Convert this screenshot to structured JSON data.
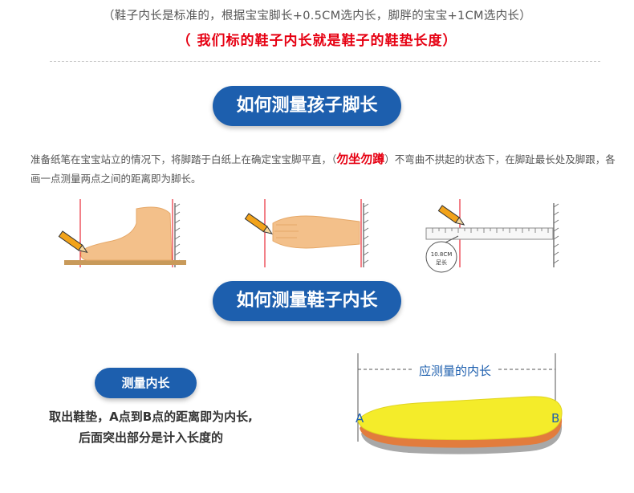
{
  "top_note": "（鞋子内长是标准的，根据宝宝脚长+0.5CM选内长，脚胖的宝宝+1CM选内长）",
  "headline": "（ 我们标的鞋子内长就是鞋子的鞋垫长度）",
  "section1": {
    "title": "如何测量孩子脚长"
  },
  "instructions": {
    "part1": "准备纸笔在宝宝站立的情况下，将脚踏于白纸上在确定宝宝脚平直，（",
    "warning": "勿坐勿蹲",
    "part2": "）不弯曲不拱起的状态下，在脚趾最长处及脚跟，各画一点测量两点之间的距离即为脚长。"
  },
  "ruler_badge": {
    "value": "10.8CM",
    "label": "足长"
  },
  "section2": {
    "title": "如何测量鞋子内长"
  },
  "measure_pill": "测量内长",
  "description": {
    "line1": "取出鞋垫，A点到B点的距离即为内长,",
    "line2": "后面突出部分是计入长度的"
  },
  "insole": {
    "label": "应测量的内长",
    "point_a": "A",
    "point_b": "B"
  },
  "colors": {
    "accent_blue": "#1d5fae",
    "warning_red": "#e60012",
    "foot": "#f3c08a",
    "insole_yellow": "#f4ec2a"
  }
}
